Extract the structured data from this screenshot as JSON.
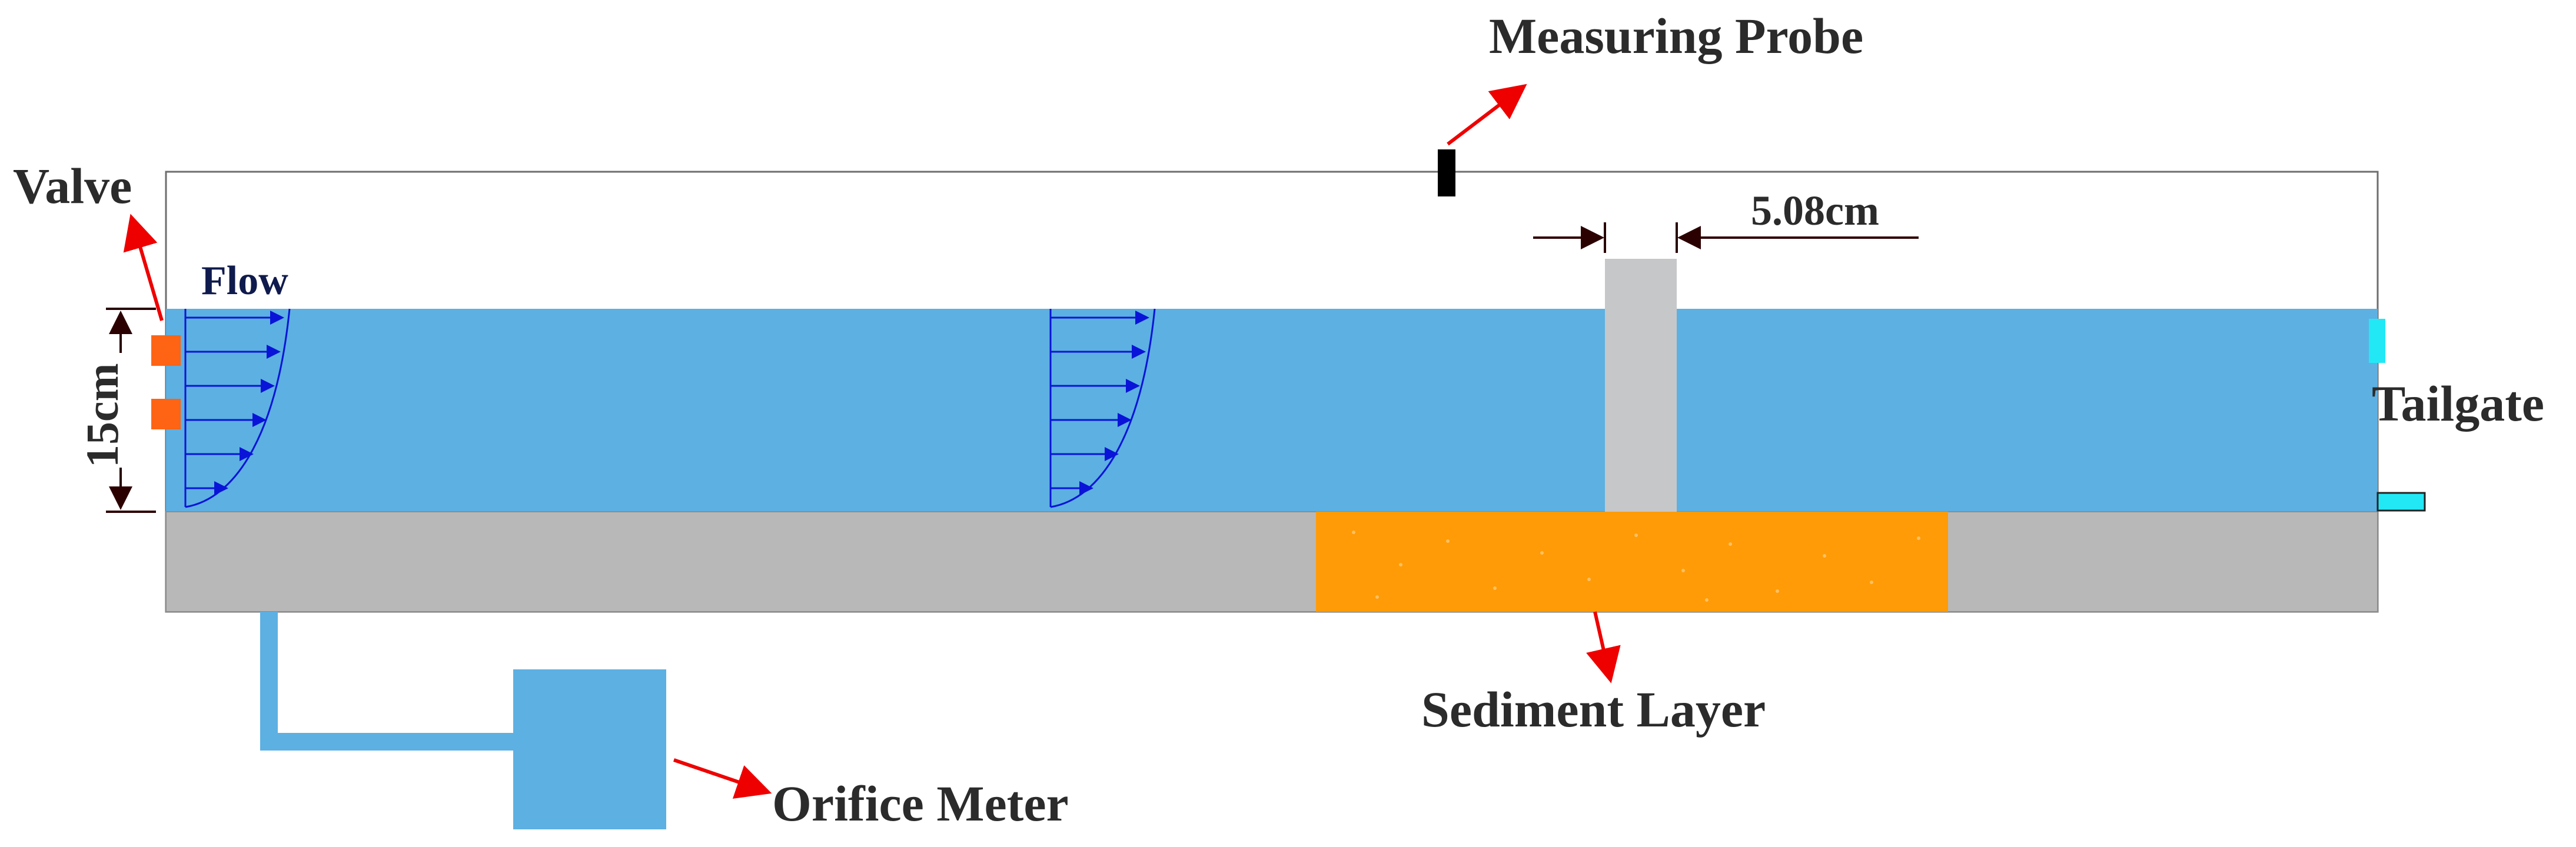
{
  "labels": {
    "measuring_probe": "Measuring Probe",
    "valve": "Valve",
    "flow": "Flow",
    "depth": "15cm",
    "pier_width": "5.08cm",
    "tailgate": "Tailgate",
    "sediment_layer": "Sediment Layer",
    "orifice_meter": "Orifice Meter"
  },
  "colors": {
    "water": "#5db0e2",
    "bed": "#b8b8b8",
    "pier": "#c6c7c9",
    "sediment": "#ff9b06",
    "valve": "#ff6414",
    "tailgate": "#22e8f5",
    "probe": "#000000",
    "arrow_red": "#ee0000",
    "velocity_arrow": "#0a14d8",
    "text_dark": "#2b2b2b",
    "flow_text": "#0f1a4d"
  },
  "icons": {
    "velocity_profile": "flow-velocity-profile-icon",
    "pointer": "red-arrow-icon"
  }
}
